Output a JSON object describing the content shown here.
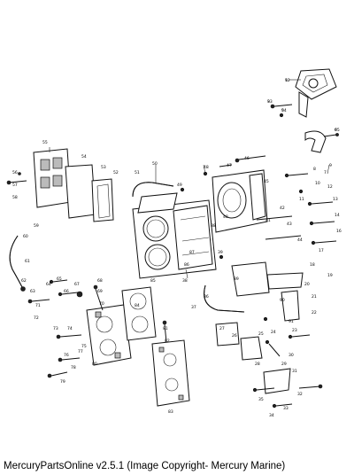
{
  "caption": "MercuryPartsOnline v2.5.1 (Image Copyright- Mercury Marine)",
  "callouts": [
    "1",
    "3",
    "5",
    "6",
    "7",
    "8",
    "9",
    "10",
    "11",
    "12",
    "13",
    "14",
    "16",
    "17",
    "18",
    "19",
    "20",
    "21",
    "22",
    "23",
    "24",
    "25",
    "26",
    "27",
    "28",
    "29",
    "30",
    "31",
    "32",
    "33",
    "34",
    "35",
    "36",
    "37",
    "38",
    "39",
    "40",
    "41",
    "42",
    "43",
    "44",
    "45",
    "46",
    "47",
    "48",
    "49",
    "50",
    "51",
    "52",
    "53",
    "54",
    "55",
    "56",
    "57",
    "58",
    "59",
    "60",
    "61",
    "62",
    "63",
    "64",
    "65",
    "66",
    "67",
    "68",
    "69",
    "70",
    "71",
    "72",
    "73",
    "74",
    "75",
    "76",
    "77",
    "78",
    "79",
    "80",
    "81",
    "82",
    "83",
    "84",
    "85",
    "86",
    "87",
    "88",
    "89",
    "90",
    "91",
    "92",
    "93",
    "94",
    "95"
  ]
}
